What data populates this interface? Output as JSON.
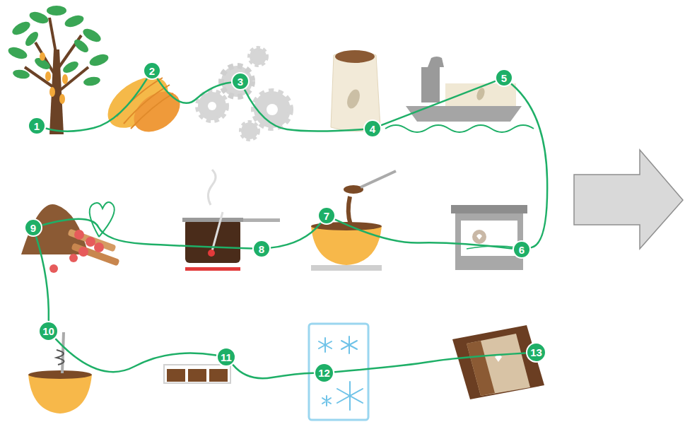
{
  "diagram": {
    "nodes": [
      {
        "text": [
          "1"
        ]
      },
      {
        "text": [
          "2"
        ]
      },
      {
        "text": [
          "3"
        ]
      },
      {
        "text": [
          "4"
        ]
      },
      {
        "text": [
          "5"
        ]
      },
      {
        "text": [
          "6"
        ]
      },
      {
        "text": [
          "7"
        ]
      },
      {
        "text": [
          "8"
        ]
      },
      {
        "text": [
          "9"
        ]
      },
      {
        "text": [
          "10"
        ]
      },
      {
        "text": [
          "11"
        ]
      },
      {
        "text": [
          "12"
        ]
      },
      {
        "text": [
          "13"
        ]
      }
    ],
    "edges": [
      {
        "from": 0,
        "to": 1,
        "arrow": "none"
      },
      {
        "from": 1,
        "to": 2,
        "arrow": "none"
      },
      {
        "from": 2,
        "to": 3,
        "arrow": "none"
      },
      {
        "from": 3,
        "to": 4,
        "arrow": "none"
      },
      {
        "from": 4,
        "to": 5,
        "arrow": "none"
      },
      {
        "from": 5,
        "to": 6,
        "arrow": "none"
      },
      {
        "from": 6,
        "to": 7,
        "arrow": "none"
      },
      {
        "from": 7,
        "to": 8,
        "arrow": "none"
      },
      {
        "from": 8,
        "to": 9,
        "arrow": "none"
      },
      {
        "from": 9,
        "to": 10,
        "arrow": "none"
      },
      {
        "from": 10,
        "to": 11,
        "arrow": "none"
      },
      {
        "from": 11,
        "to": 12,
        "arrow": "none"
      }
    ]
  }
}
